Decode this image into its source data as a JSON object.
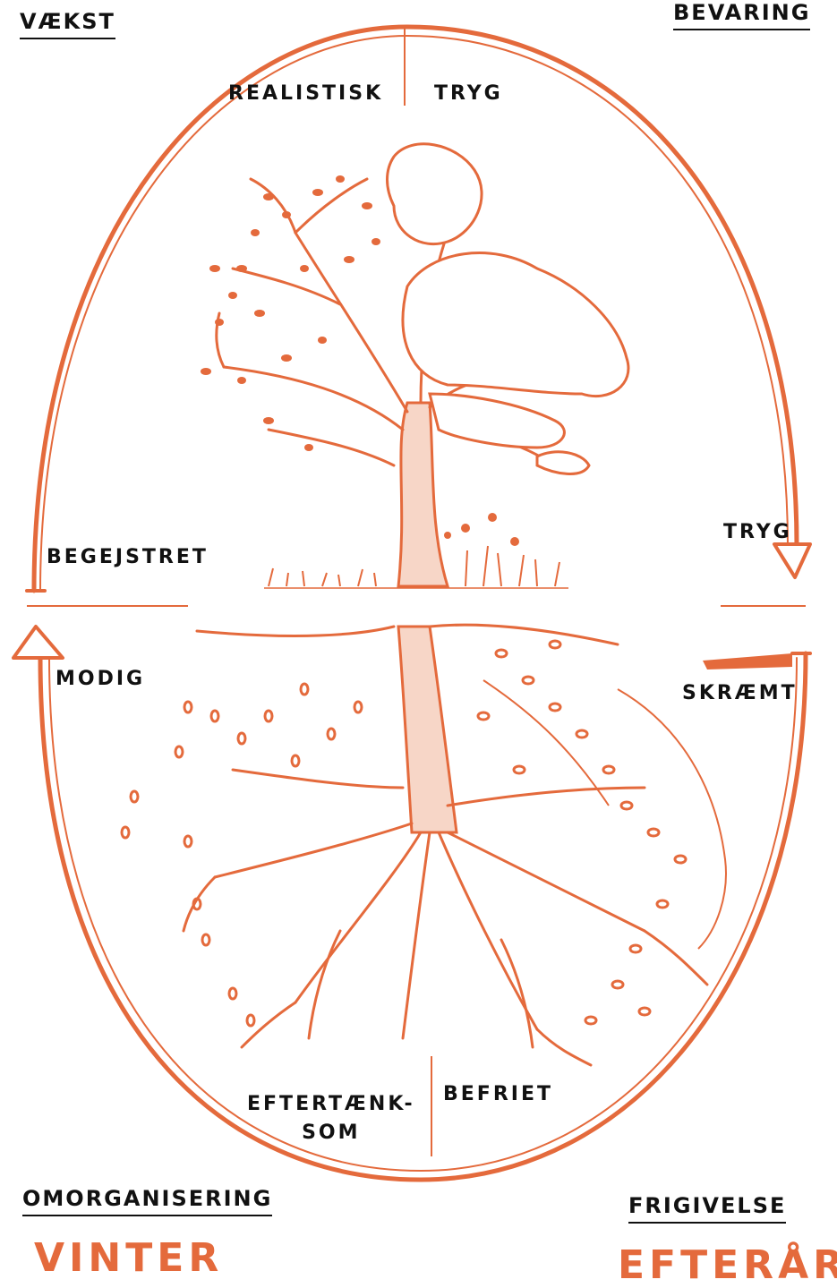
{
  "quadrants": {
    "top_left": "VÆKST",
    "top_right": "BEVARING",
    "bottom_left": "OMORGANISERING",
    "bottom_right": "FRIGIVELSE"
  },
  "seasons": {
    "bottom_left": "VINTER",
    "bottom_right": "EFTERÅR"
  },
  "words": {
    "top_left_inner": "REALISTISK",
    "top_right_inner": "TRYG",
    "right_middle": "TRYG",
    "left_middle": "BEGEJSTRET",
    "left_lower": "MODIG",
    "right_lower": "SKRÆMT",
    "bottom_left_inner": "EFTERTÆNK-\nSOM",
    "bottom_right_inner": "BEFRIET"
  },
  "colors": {
    "accent": "#e46a3c",
    "ink": "#111111"
  }
}
